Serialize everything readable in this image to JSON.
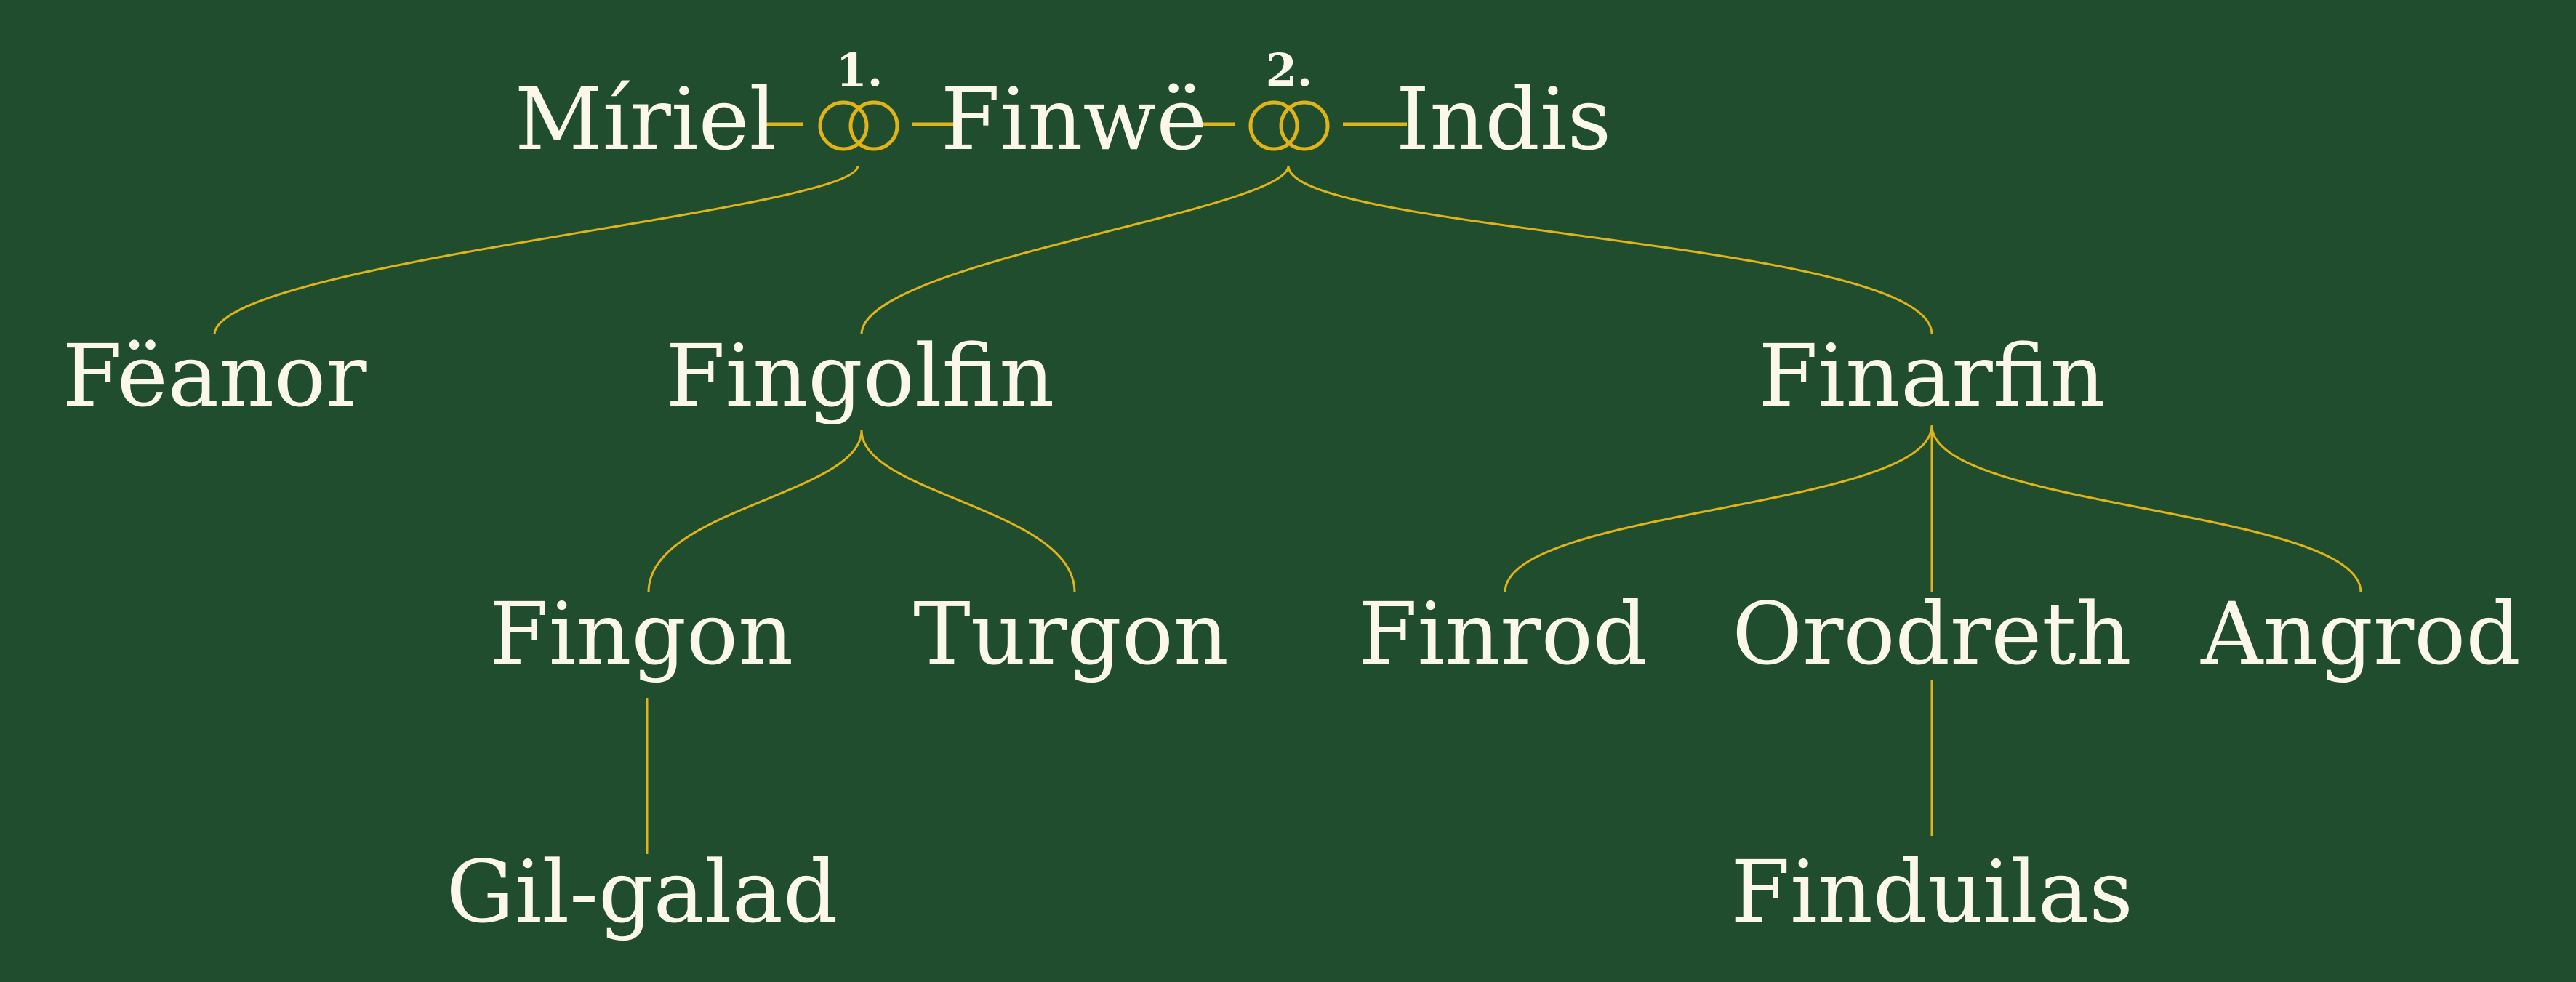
{
  "colors": {
    "background": "#214d2f",
    "text": "#fbf7ea",
    "accent": "#e0b318"
  },
  "icons": {
    "marriage": "interlocked-rings-icon"
  },
  "people": {
    "miriel": "Míriel",
    "finwe": "Finwë",
    "indis": "Indis",
    "feanor": "Fëanor",
    "fingolfin": "Fingolfin",
    "finarfin": "Finarfin",
    "fingon": "Fingon",
    "turgon": "Turgon",
    "finrod": "Finrod",
    "orodreth": "Orodreth",
    "angrod": "Angrod",
    "gil_galad": "Gil-galad",
    "finduilas": "Finduilas"
  },
  "marriages": {
    "first": {
      "label": "1.",
      "between": [
        "Míriel",
        "Finwë"
      ]
    },
    "second": {
      "label": "2.",
      "between": [
        "Finwë",
        "Indis"
      ]
    }
  }
}
